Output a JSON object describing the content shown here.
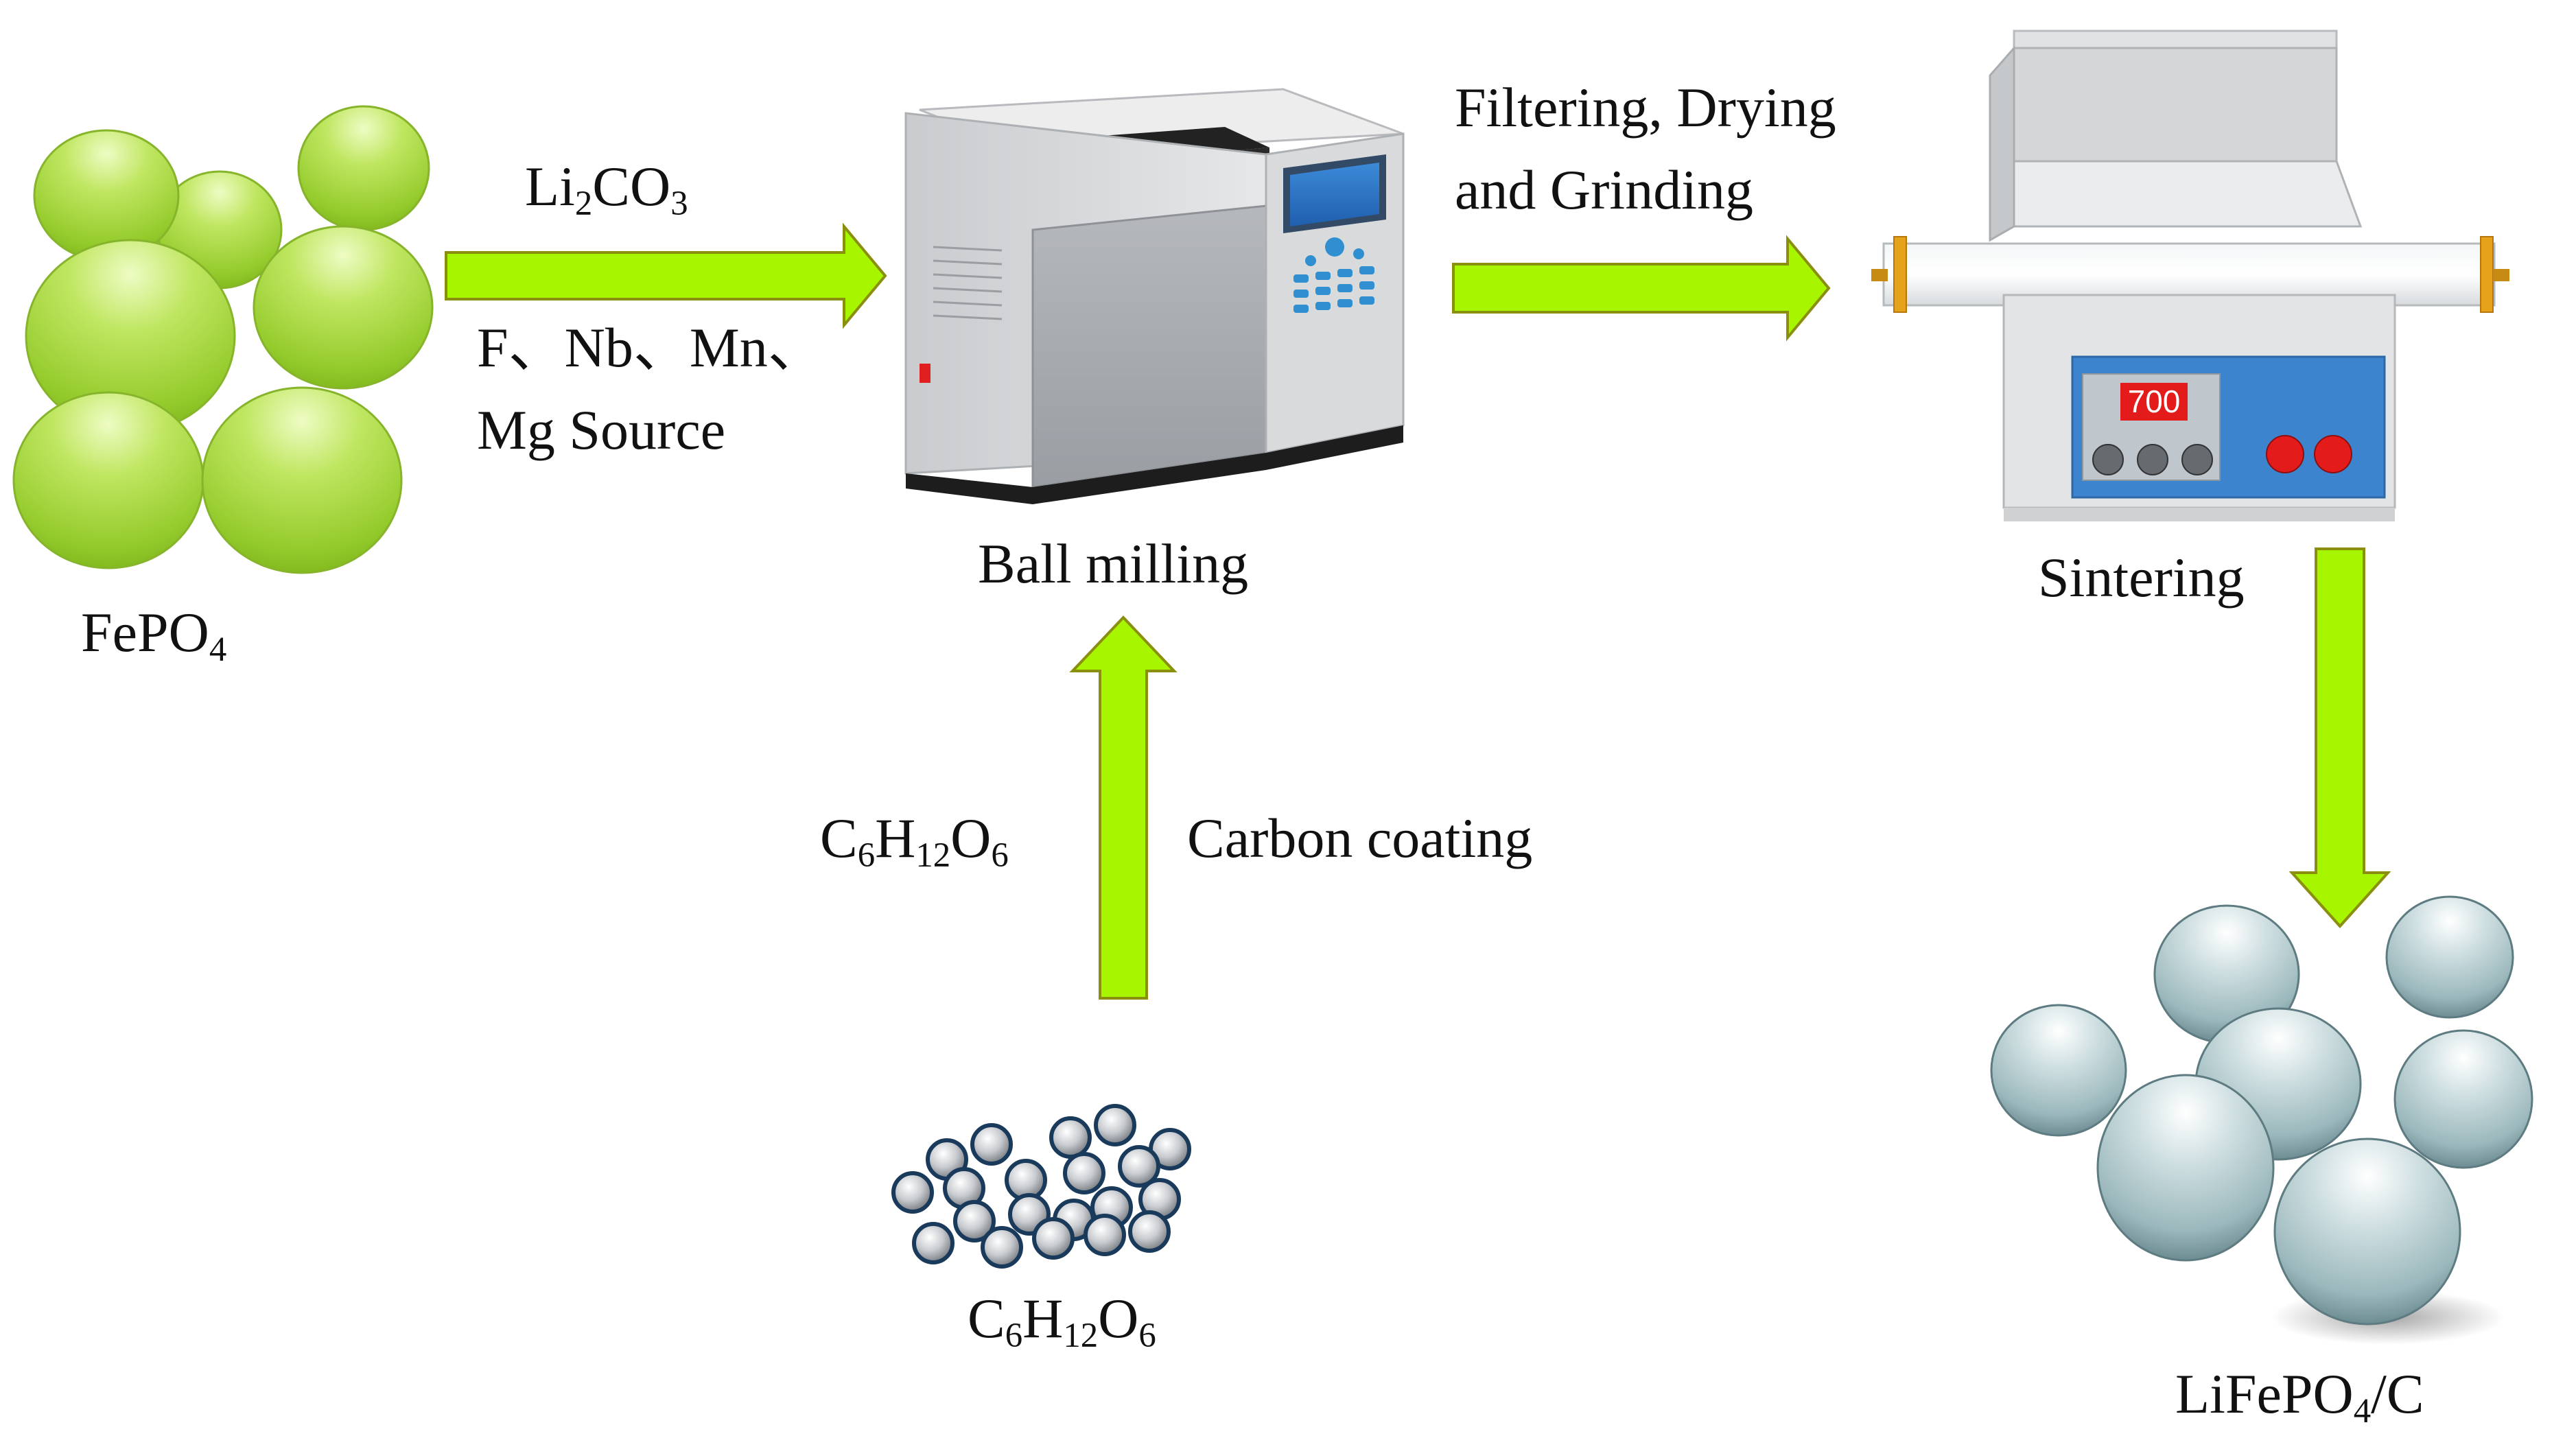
{
  "labels": {
    "fepo4": {
      "main": "FePO",
      "sub": "4"
    },
    "li2co3": {
      "a": "Li",
      "sub1": "2",
      "b": "CO",
      "sub2": "3"
    },
    "dopants_line1": "F、Nb、Mn、",
    "dopants_line2": "Mg Source",
    "ball_milling": "Ball milling",
    "filtering_line1": "Filtering, Drying",
    "filtering_line2": "and Grinding",
    "sintering": "Sintering",
    "glucose": {
      "c": "C",
      "s1": "6",
      "h": "H",
      "s2": "12",
      "o": "O",
      "s3": "6"
    },
    "carbon_coating": "Carbon coating",
    "product": {
      "a": "LiFePO",
      "sub": "4",
      "b": "/C"
    }
  },
  "furnace_display": "700",
  "colors": {
    "arrow_fill": "#a8f500",
    "arrow_stroke": "#8a8f10",
    "green_sphere": "#9cd23a",
    "gray_sphere": "#8faeb4",
    "display_red": "#e41b1b"
  }
}
